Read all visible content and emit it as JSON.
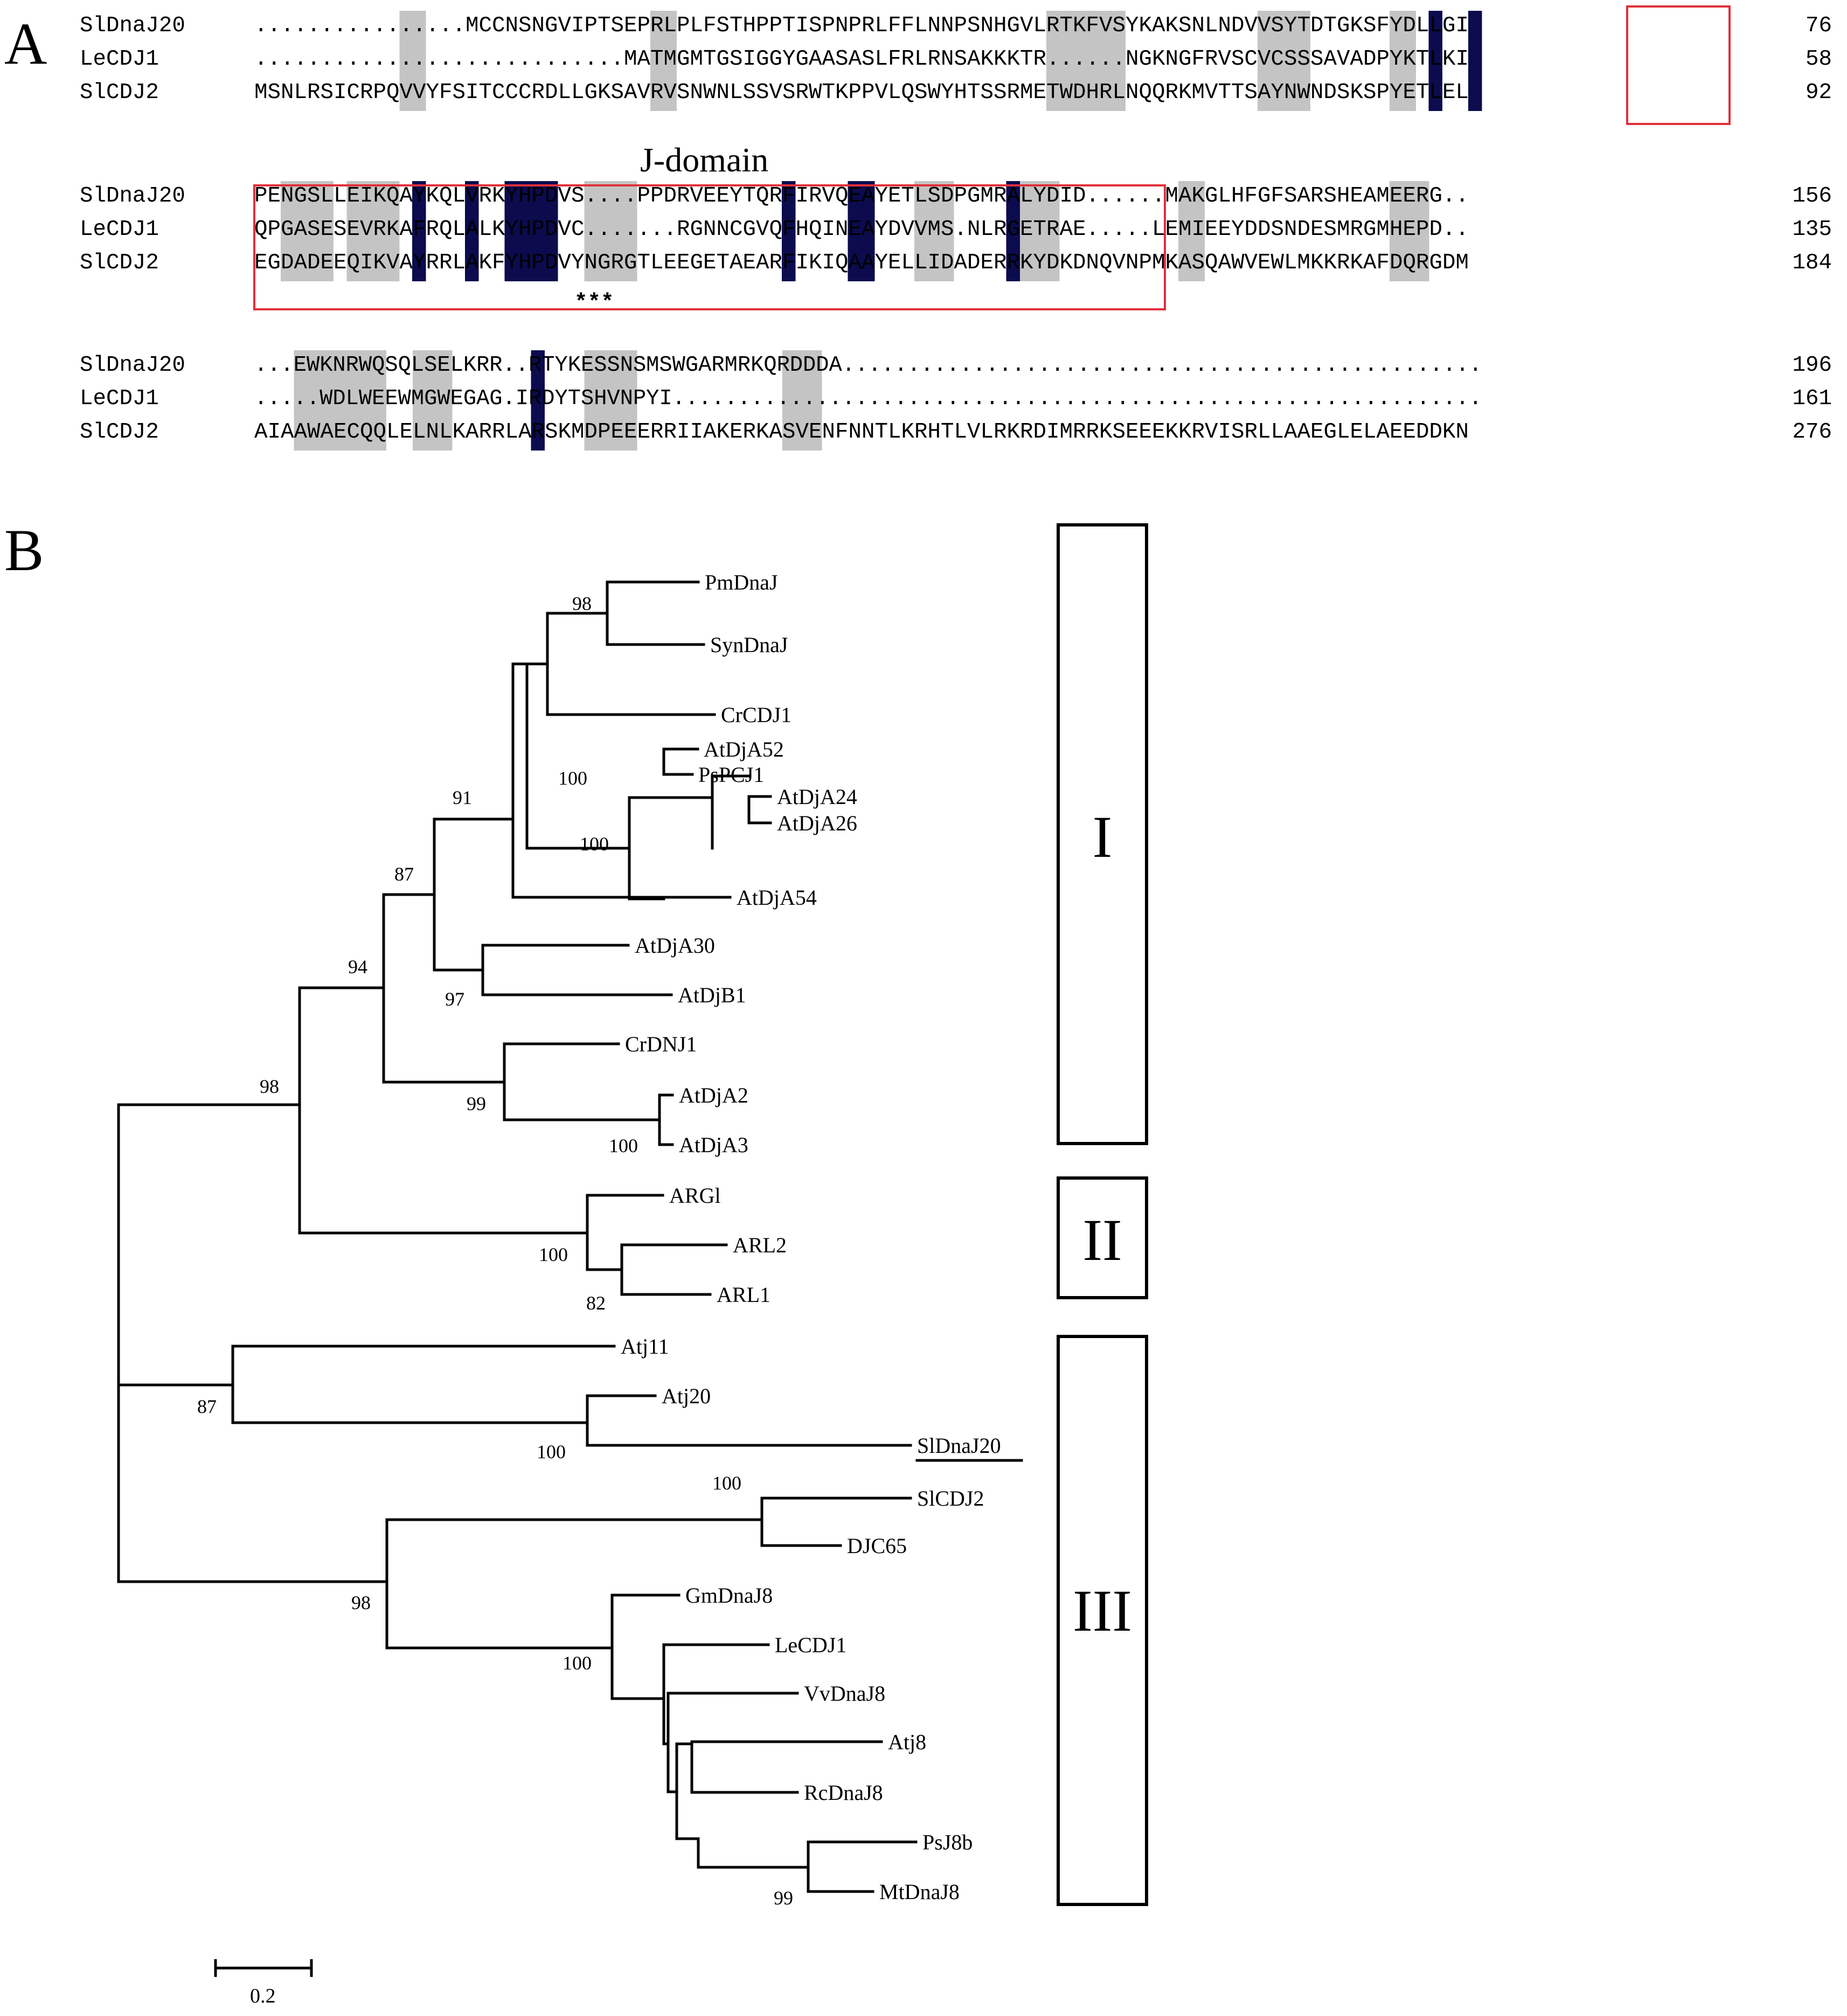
{
  "panel_a": {
    "letter": "A",
    "domain_label": "J-domain",
    "stars": "***",
    "blocks": [
      {
        "rows": [
          {
            "name": "SlDnaJ20",
            "seq": "................MCCNSNGVIPTSEPRLPLFSTHPPTISPNPRLFFLNNPSNHGVLRTKFVSYKAKSNLNDVVSYTDTGKSFYDLLGI",
            "end": "76"
          },
          {
            "name": "LeCDJ1",
            "seq": "............................MATMGMTGSIGGYGAASASLFRLRNSAKKKTR......NGKNGFRVSCVCSSSAVADPYKTLKI",
            "end": "58"
          },
          {
            "name": "SlCDJ2",
            "seq": "MSNLRSICRPQVVYFSITCCCRDLLGKSAVRVSNWNLSSVSRWTKPPVLQSWYHTSSRMETWDHRLNQQRKMVTTSAYNWNDSKSPYETLEL",
            "end": "92"
          }
        ]
      },
      {
        "rows": [
          {
            "name": "SlDnaJ20",
            "seq": "PENGSLLEIKQAYKQLVRKYHPDVS....PPDRVEEYTQRFIRVQEAYETLSDPGMRALYDID......MAKGLHFGFSARSHEAMEERG..",
            "end": "156"
          },
          {
            "name": "LeCDJ1",
            "seq": "QPGASESEVRKAFRQLALKYHPDVC.......RGNNCGVQFHQINEAYDVVMS.NLRGETRAE.....LEMIEEYDDSNDESMRGMHEPD..",
            "end": "135"
          },
          {
            "name": "SlCDJ2",
            "seq": "EGDADEEQIKVAYRRLAKFYHPDVYNGRGTLEEGETAEARFIKIQAAYELLIDADERRKYDKDNQVNPMKASQAWVEWLMKKRKAFDQRGDM",
            "end": "184"
          }
        ]
      },
      {
        "rows": [
          {
            "name": "SlDnaJ20",
            "seq": "...EWKNRWQSQLSELKRR..RTYKESSNSMSWGARMRKQRDDDA.................................................",
            "end": "196"
          },
          {
            "name": "LeCDJ1",
            "seq": ".....WDLWEEWMGWEGAG.IRDYTSHVNPYI..............................................................",
            "end": "161"
          },
          {
            "name": "SlCDJ2",
            "seq": "AIAAWAECQQLELNLKARRLARSKMDPEEERRIIAKERKASVENFNNTLKRHTLVLRKRDIMRRKSEEEKKRVISRLLAAEGLELAEEDDKN",
            "end": "276"
          }
        ]
      }
    ],
    "colors": {
      "dark_highlight": "#0b0b4e",
      "gray_highlight": "#c4c4c4",
      "box": "#e0303a"
    }
  },
  "panel_b": {
    "letter": "B",
    "leaves": [
      "PmDnaJ",
      "SynDnaJ",
      "CrCDJ1",
      "AtDjA52",
      "PsPCJ1",
      "AtDjA24",
      "AtDjA26",
      "AtDjA54",
      "AtDjA30",
      "AtDjB1",
      "CrDNJ1",
      "AtDjA2",
      "AtDjA3",
      "ARGl",
      "ARL2",
      "ARL1",
      "Atj11",
      "Atj20",
      "SlDnaJ20",
      "SlCDJ2",
      "DJC65",
      "GmDnaJ8",
      "LeCDJ1",
      "VvDnaJ8",
      "Atj8",
      "RcDnaJ8",
      "PsJ8b",
      "MtDnaJ8"
    ],
    "bootstrap": [
      "98",
      "100",
      "100",
      "91",
      "87",
      "97",
      "94",
      "99",
      "100",
      "98",
      "100",
      "82",
      "87",
      "100",
      "100",
      "98",
      "100",
      "99"
    ],
    "clades": [
      "I",
      "II",
      "III"
    ],
    "scale_label": "0.2"
  }
}
